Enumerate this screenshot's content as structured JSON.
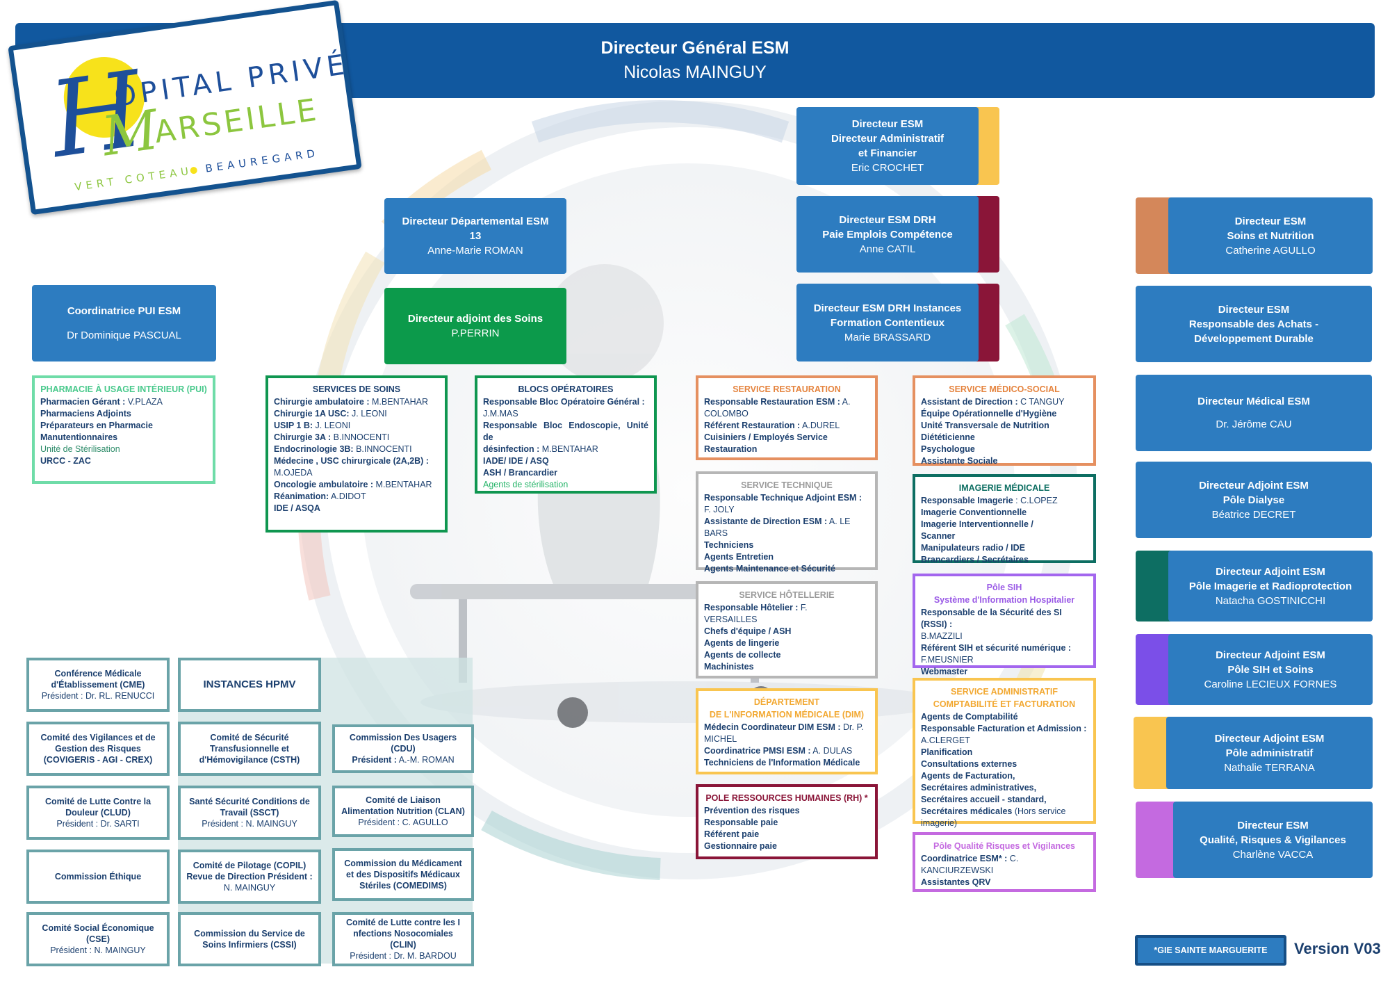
{
  "header": {
    "title": "Directeur Général ESM",
    "name": "Nicolas MAINGUY"
  },
  "logo": {
    "h_letter": "H",
    "line1": "OPITAL PRIVÉ",
    "line2": "ARSEILLE",
    "m_letter": "M",
    "tagline_left": "VERT COTEAU",
    "tagline_right": "BEAUREGARD"
  },
  "top_directors": [
    {
      "l1": "Directeur ESM",
      "l2": "Directeur Administratif",
      "l3": "et Financier",
      "name": "Eric CROCHET",
      "tab": "#f9c550"
    },
    {
      "l1": "Directeur ESM DRH",
      "l2": "Paie Emplois Compétence",
      "name": "Anne CATIL",
      "tab": "#8a1538"
    },
    {
      "l1": "Directeur ESM DRH Instances",
      "l2": "Formation Contentieux",
      "name": "Marie BRASSARD",
      "tab": "#8a1538"
    }
  ],
  "dep": {
    "l1": "Directeur Départemental ESM",
    "l2": "13",
    "name": "Anne-Marie ROMAN"
  },
  "soins": {
    "title": "Directeur adjoint  des Soins",
    "name": "P.PERRIN"
  },
  "pui_card": {
    "title": "Coordinatrice PUI ESM",
    "name": "Dr Dominique PASCUAL"
  },
  "right_directors": [
    {
      "l1": "Directeur ESM",
      "l2": "Soins et Nutrition",
      "name": "Catherine AGULLO",
      "tab": "#d4875a"
    },
    {
      "l1": "Directeur ESM",
      "l2": "Responsable des Achats -",
      "l3": "Développement Durable",
      "name": ""
    },
    {
      "l1": "Directeur Médical ESM",
      "name": "Dr. Jérôme CAU"
    },
    {
      "l1": "Directeur Adjoint ESM",
      "l2": "Pôle Dialyse",
      "name": "Béatrice DECRET"
    },
    {
      "l1": "Directeur Adjoint ESM",
      "l2": "Pôle Imagerie et Radioprotection",
      "name": "Natacha GOSTINICCHI",
      "tab": "#0d6e62"
    },
    {
      "l1": "Directeur Adjoint ESM",
      "l2": "Pôle SIH et Soins",
      "name": "Caroline LECIEUX FORNES",
      "tab": "#7b4fe8"
    },
    {
      "l1": "Directeur Adjoint ESM",
      "l2": "Pôle administratif",
      "name": "Nathalie TERRANA",
      "tab": "#f9c550"
    },
    {
      "l1": "Directeur ESM",
      "l2": "Qualité, Risques & Vigilances",
      "name": "Charlène VACCA",
      "tab": "#c46ae0"
    }
  ],
  "pui": {
    "title": "PHARMACIE À USAGE INTÉRIEUR (PUI)",
    "lines": [
      {
        "b": "Pharmacien Gérant :",
        "n": " V.PLAZA"
      },
      {
        "b": "Pharmaciens Adjoints",
        "n": ""
      },
      {
        "b": "Préparateurs en Pharmacie",
        "n": ""
      },
      {
        "b": "Manutentionnaires",
        "n": ""
      },
      {
        "b": "",
        "n": "Unité de Stérilisation",
        "c": "#2e8c6a"
      },
      {
        "b": "URCC - ZAC",
        "n": ""
      }
    ]
  },
  "services_soins": {
    "title": "SERVICES DE SOINS",
    "lines": [
      {
        "b": "Chirurgie ambulatoire :",
        "n": " M.BENTAHAR"
      },
      {
        "b": "Chirurgie  1A USC:",
        "n": " J. LEONI"
      },
      {
        "b": "USIP 1 B:",
        "n": "  J. LEONI"
      },
      {
        "b": "Chirurgie 3A :",
        "n": " B.INNOCENTI"
      },
      {
        "b": "Endocrinologie 3B:",
        "n": " B.INNOCENTI"
      },
      {
        "b": "Médecine , USC chirurgicale (2A,2B) :",
        "n": ""
      },
      {
        "b": "",
        "n": "M.OJEDA"
      },
      {
        "b": "Oncologie ambulatoire :",
        "n": " M.BENTAHAR"
      },
      {
        "b": "Réanimation:",
        "n": "  A.DIDOT"
      },
      {
        "b": "IDE / ASQA",
        "n": ""
      }
    ]
  },
  "blocs": {
    "title": "BLOCS OPÉRATOIRES",
    "lines": [
      {
        "b": "Responsable  Bloc  Opératoire  Général  :",
        "n": ""
      },
      {
        "b": "",
        "n": "J.M.MAS"
      },
      {
        "b": "Responsable  Bloc  Endoscopie,  Unité  de",
        "n": ""
      },
      {
        "b": "désinfection :",
        "n": "  M.BENTAHAR"
      },
      {
        "b": "IADE/ IDE / ASQ",
        "n": ""
      },
      {
        "b": " ASH / Brancardier",
        "n": ""
      },
      {
        "b": "",
        "n": "Agents de stérilisation",
        "c": "#27b56a"
      }
    ]
  },
  "restauration": {
    "title": "SERVICE RESTAURATION",
    "lines": [
      {
        "b": "Responsable Restauration ESM :",
        "n": "  A."
      },
      {
        "b": "",
        "n": "COLOMBO"
      },
      {
        "b": "Référent Restauration :",
        "n": "  A.DUREL"
      },
      {
        "b": "Cuisiniers / Employés Service",
        "n": ""
      },
      {
        "b": "Restauration",
        "n": ""
      }
    ]
  },
  "technique": {
    "title": "SERVICE TECHNIQUE",
    "lines": [
      {
        "b": "Responsable Technique Adjoint ESM :",
        "n": ""
      },
      {
        "b": "",
        "n": "F. JOLY"
      },
      {
        "b": "Assistante de Direction ESM :",
        "n": " A. LE BARS"
      },
      {
        "b": "Techniciens",
        "n": ""
      },
      {
        "b": "Agents Entretien",
        "n": ""
      },
      {
        "b": "Agents Maintenance et Sécurité",
        "n": ""
      }
    ]
  },
  "hotellerie": {
    "title": "SERVICE HÔTELLERIE",
    "lines": [
      {
        "b": "Responsable Hôtelier :",
        "n": " F."
      },
      {
        "b": "",
        "n": "VERSAILLES"
      },
      {
        "b": "Chefs d'équipe / ASH",
        "n": ""
      },
      {
        "b": "Agents de lingerie",
        "n": ""
      },
      {
        "b": "Agents de collecte",
        "n": ""
      },
      {
        "b": "Machinistes",
        "n": ""
      }
    ]
  },
  "dim": {
    "title1": "DÉPARTEMENT",
    "title2": "DE L'INFORMATION MÉDICALE (DIM)",
    "lines": [
      {
        "b": "Médecin Coordinateur DIM ESM :",
        "n": " Dr. P."
      },
      {
        "b": "",
        "n": "MICHEL"
      },
      {
        "b": "Coordinatrice PMSI ESM :",
        "n": " A. DULAS"
      },
      {
        "b": "Techniciens de l'Information Médicale",
        "n": ""
      }
    ]
  },
  "rh": {
    "title": "POLE RESSOURCES HUMAINES (RH) *",
    "lines": [
      {
        "b": "Prévention des risques",
        "n": ""
      },
      {
        "b": "Responsable paie",
        "n": ""
      },
      {
        "b": "Référent paie",
        "n": ""
      },
      {
        "b": "Gestionnaire paie",
        "n": ""
      }
    ]
  },
  "medico_social": {
    "title": "SERVICE MÉDICO-SOCIAL",
    "lines": [
      {
        "b": "Assistant de Direction :",
        "n": " C TANGUY"
      },
      {
        "b": "Équipe Opérationnelle d'Hygiène",
        "n": ""
      },
      {
        "b": "Unité Transversale de Nutrition",
        "n": ""
      },
      {
        "b": "Diététicienne",
        "n": ""
      },
      {
        "b": "Psychologue",
        "n": ""
      },
      {
        "b": "Assistante Sociale",
        "n": ""
      }
    ]
  },
  "imagerie": {
    "title": "IMAGERIE MÉDICALE",
    "lines": [
      {
        "b": "Responsable Imagerie",
        "n": " : C.LOPEZ"
      },
      {
        "b": "Imagerie Conventionnelle",
        "n": ""
      },
      {
        "b": "Imagerie Interventionnelle /",
        "n": ""
      },
      {
        "b": "Scanner",
        "n": ""
      },
      {
        "b": "Manipulateurs radio / IDE",
        "n": ""
      },
      {
        "b": "Brancardiers / Secrétaires",
        "n": ""
      }
    ]
  },
  "sih": {
    "title1": "Pôle SIH",
    "title2": "Système d'Information Hospitalier",
    "lines": [
      {
        "b": "Responsable de la Sécurité des SI (RSSI) :",
        "n": ""
      },
      {
        "b": "",
        "n": "B.MAZZILI"
      },
      {
        "b": "Référent SIH et sécurité numérique :",
        "n": ""
      },
      {
        "b": "",
        "n": "F.MEUSNIER"
      },
      {
        "b": "Webmaster",
        "n": ""
      }
    ]
  },
  "compta": {
    "title1": "SERVICE ADMINISTRATIF",
    "title2": "COMPTABILITÉ ET FACTURATION",
    "lines": [
      {
        "b": "Agents de Comptabilité",
        "n": ""
      },
      {
        "b": "Responsable Facturation et Admission :",
        "n": ""
      },
      {
        "b": "",
        "n": "A.CLERGET"
      },
      {
        "b": "Planification",
        "n": ""
      },
      {
        "b": "Consultations externes",
        "n": ""
      },
      {
        "b": "Agents de Facturation,",
        "n": ""
      },
      {
        "b": "Secrétaires administratives,",
        "n": ""
      },
      {
        "b": "Secrétaires accueil - standard,",
        "n": ""
      },
      {
        "b": "Secrétaires médicales",
        "n": " (Hors service"
      },
      {
        "b": "",
        "n": "imagerie)"
      }
    ]
  },
  "qrv": {
    "title": "Pôle Qualité Risques et Vigilances",
    "lines": [
      {
        "b": "Coordinatrice ESM* :",
        "n": " C. KANCIURZEWSKI"
      },
      {
        "b": "Assistantes QRV",
        "n": ""
      }
    ]
  },
  "instances": {
    "header": "INSTANCES HPMV",
    "items": [
      {
        "b": "Conférence Médicale d'Établissement (CME)",
        "n": "Président : Dr. RL. RENUCCI"
      },
      {
        "b": "Comité des Vigilances et de Gestion des Risques (COVIGERIS - AGI - CREX)",
        "n": ""
      },
      {
        "b": "Comité de Sécurité Transfusionnelle et d'Hémovigilance (CSTH)",
        "n": ""
      },
      {
        "b": "Commission Des Usagers (CDU)",
        "b2": "Président :",
        "n": " A.-M. ROMAN"
      },
      {
        "b": "Comité de Lutte Contre la Douleur (CLUD)",
        "n": "Président : Dr. SARTI"
      },
      {
        "b": "Santé Sécurité Conditions de Travail (SSCT)",
        "n": "Président : N. MAINGUY"
      },
      {
        "b": "Comité de Liaison Alimentation Nutrition (CLAN)",
        "n": "Président : C. AGULLO"
      },
      {
        "b": "Commission Éthique",
        "n": ""
      },
      {
        "b": "Comité de Pilotage (COPIL) Revue de Direction Président :",
        "n": "N. MAINGUY"
      },
      {
        "b": "Commission du Médicament et des Dispositifs Médicaux Stériles (COMEDIMS)",
        "n": ""
      },
      {
        "b": "Comité Social Économique (CSE)",
        "n": "Président : N. MAINGUY"
      },
      {
        "b": "Commission du Service de Soins Infirmiers (CSSI)",
        "n": ""
      },
      {
        "b": "Comité de Lutte contre les I nfections Nosocomiales (CLIN)",
        "n": "Président : Dr. M. BARDOU"
      }
    ]
  },
  "footer": {
    "gie": "*GIE SAINTE MARGUERITE",
    "version": "Version V03"
  },
  "colors": {
    "primary": "#2d7cc0",
    "banner": "#11589f",
    "green": "#0c9a4b"
  }
}
